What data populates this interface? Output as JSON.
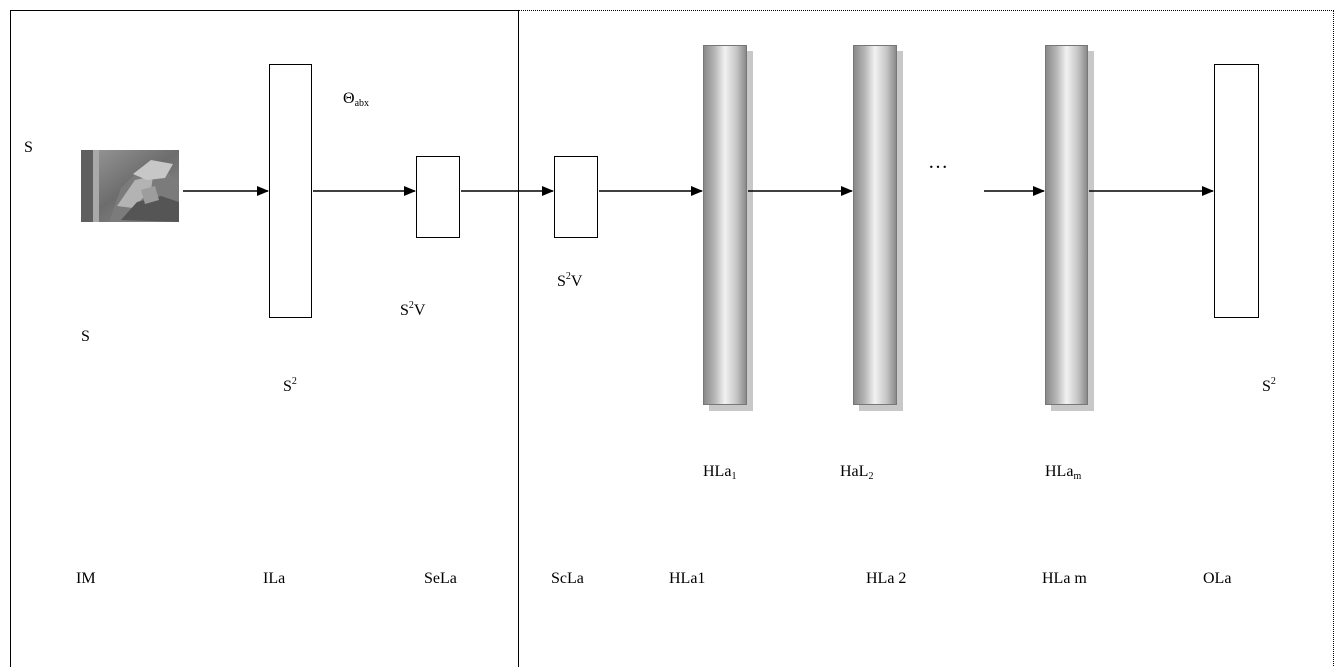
{
  "labels": {
    "s_top": "S",
    "s_bottom": "S",
    "theta": "Θ",
    "theta_sub": "abx",
    "s2v_left_base": "S",
    "s2v_left_sup": "2",
    "s2v_left_tail": "V",
    "s2v_right_base": "S",
    "s2v_right_sup": "2",
    "s2v_right_tail": "V",
    "s2_ila_base": "S",
    "s2_ila_sup": "2",
    "s2_ola_base": "S",
    "s2_ola_sup": "2",
    "dots": "…",
    "hla1_base": "HLa",
    "hla1_sub": "1",
    "hal2_base": "HaL",
    "hal2_sub": "2",
    "hlam_base": "HLa",
    "hlam_sub": "m"
  },
  "layers": {
    "im": "IM",
    "ila": "ILa",
    "sela": "SeLa",
    "scla": "ScLa",
    "hla1": "HLa1",
    "hla2": "HLa 2",
    "hlam": "HLa m",
    "ola": "OLa"
  }
}
